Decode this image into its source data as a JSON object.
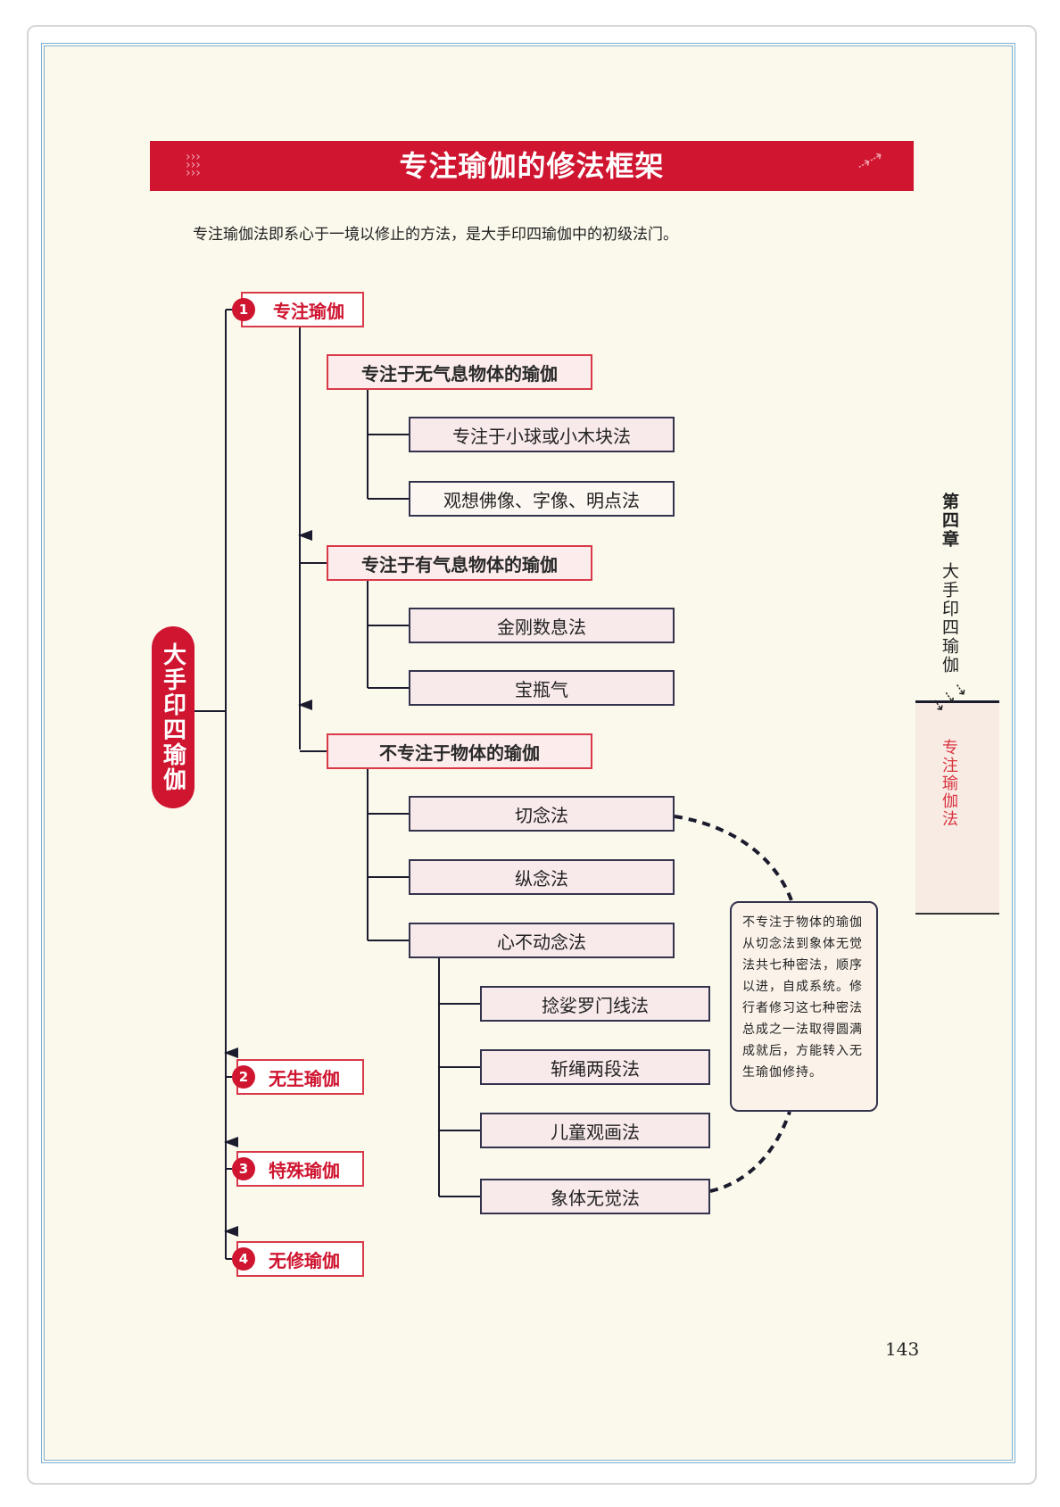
{
  "title": "专注瑜伽的修法框架",
  "intro": "专注瑜伽法即系心于一境以修止的方法，是大手印四瑜伽中的初级法门。",
  "root_label": "大手印四瑜伽",
  "main_branches": [
    {
      "num": "1",
      "label": "专注瑜伽"
    },
    {
      "num": "2",
      "label": "无生瑜伽"
    },
    {
      "num": "3",
      "label": "特殊瑜伽"
    },
    {
      "num": "4",
      "label": "无修瑜伽"
    }
  ],
  "categories": [
    {
      "label": "专注于无气息物体的瑜伽",
      "methods": [
        "专注于小球或小木块法",
        "观想佛像、字像、明点法"
      ]
    },
    {
      "label": "专注于有气息物体的瑜伽",
      "methods": [
        "金刚数息法",
        "宝瓶气"
      ]
    },
    {
      "label": "不专注于物体的瑜伽",
      "methods": [
        "切念法",
        "纵念法",
        "心不动念法"
      ]
    }
  ],
  "sub_methods": [
    "捻娑罗门线法",
    "斩绳两段法",
    "儿童观画法",
    "象体无觉法"
  ],
  "note": "不专注于物体的瑜伽从切念法到象体无觉法共七种密法，顺序以进，自成系统。修行者修习这七种密法总成之一法取得圆满成就后，方能转入无生瑜伽修持。",
  "side_chapter": "第四章",
  "side_subtitle": "大手印四瑜伽",
  "side_section": "专注瑜伽法",
  "page_number": "143",
  "colors": {
    "brand_red": "#cf1530",
    "box_fill": "#f8e9ea",
    "frame_blue": "#7cb3dd",
    "page_bg": "#fbf8ec"
  }
}
